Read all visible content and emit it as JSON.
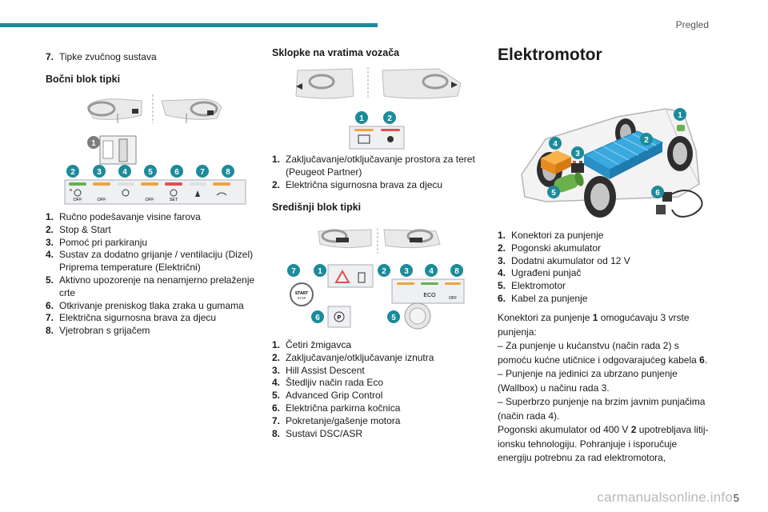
{
  "header": {
    "section": "Pregled",
    "page": "5"
  },
  "watermark": "carmanualsonline.info",
  "col1": {
    "item7": {
      "num": "7.",
      "text": "Tipke zvučnog sustava"
    },
    "heading": "Bočni blok tipki",
    "figure_callouts": [
      "1",
      "2",
      "3",
      "4",
      "5",
      "6",
      "7",
      "8"
    ],
    "button_texts": [
      "OFF",
      "OFF",
      "OFF",
      "SET"
    ],
    "items": [
      {
        "num": "1.",
        "text": "Ručno podešavanje visine farova"
      },
      {
        "num": "2.",
        "text": "Stop & Start"
      },
      {
        "num": "3.",
        "text": "Pomoć pri parkiranju"
      },
      {
        "num": "4.",
        "text": "Sustav za dodatno grijanje / ventilaciju (Dizel) Priprema temperature (Električni)"
      },
      {
        "num": "5.",
        "text": "Aktivno upozorenje na nenamjerno prelaženje crte"
      },
      {
        "num": "6.",
        "text": "Otkrivanje preniskog tlaka zraka u gumama"
      },
      {
        "num": "7.",
        "text": "Električna sigurnosna brava za djecu"
      },
      {
        "num": "8.",
        "text": "Vjetrobran s grijačem"
      }
    ]
  },
  "col2": {
    "heading1": "Sklopke na vratima vozača",
    "callouts1": [
      "1",
      "2"
    ],
    "items1": [
      {
        "num": "1.",
        "text": "Zaključavanje/otključavanje prostora za teret (Peugeot Partner)"
      },
      {
        "num": "2.",
        "text": "Električna sigurnosna brava za djecu"
      }
    ],
    "heading2": "Središnji blok tipki",
    "callouts2": [
      "7",
      "1",
      "2",
      "3",
      "4",
      "8",
      "6",
      "5"
    ],
    "button_texts2": {
      "start1": "START",
      "start2": "STOP",
      "eco": "ECO",
      "off": "OFF",
      "p": "P"
    },
    "items2": [
      {
        "num": "1.",
        "text": "Četiri žmigavca"
      },
      {
        "num": "2.",
        "text": "Zaključavanje/otključavanje iznutra"
      },
      {
        "num": "3.",
        "text": "Hill Assist Descent"
      },
      {
        "num": "4.",
        "text": "Štedljiv način rada Eco"
      },
      {
        "num": "5.",
        "text": "Advanced Grip Control"
      },
      {
        "num": "6.",
        "text": "Električna parkirna kočnica"
      },
      {
        "num": "7.",
        "text": "Pokretanje/gašenje motora"
      },
      {
        "num": "8.",
        "text": "Sustavi DSC/ASR"
      }
    ]
  },
  "col3": {
    "title": "Elektromotor",
    "callouts": [
      "1",
      "2",
      "3",
      "4",
      "5",
      "6"
    ],
    "items": [
      {
        "num": "1.",
        "text": "Konektori za punjenje"
      },
      {
        "num": "2.",
        "text": "Pogonski akumulator"
      },
      {
        "num": "3.",
        "text": "Dodatni akumulator od 12 V"
      },
      {
        "num": "4.",
        "text": "Ugrađeni punjač"
      },
      {
        "num": "5.",
        "text": "Elektromotor"
      },
      {
        "num": "6.",
        "text": "Kabel za punjenje"
      }
    ],
    "para": {
      "l1a": "Konektori za punjenje ",
      "l1b": "1",
      "l1c": " omogućavaju 3 vrste punjenja:",
      "l2a": "–  Za punjenje u kućanstvu (način rada 2) s pomoću kućne utičnice i odgovarajućeg kabela ",
      "l2b": "6",
      "l2c": ".",
      "l3": "–  Punjenje na jedinici za ubrzano punjenje (Wallbox) u načinu rada 3.",
      "l4": "–  Superbrzo punjenje na brzim javnim punjačima (način rada 4).",
      "l5a": "Pogonski akumulator od 400 V ",
      "l5b": "2",
      "l5c": " upotrebljava litij-ionsku tehnologiju. Pohranjuje i isporučuje energiju potrebnu za rad elektromotora,"
    }
  },
  "colors": {
    "teal": "#1c8b9a",
    "green": "#6ab04c",
    "orange": "#f2a33a",
    "blue": "#39a9df",
    "gray": "#7d7d7d"
  }
}
